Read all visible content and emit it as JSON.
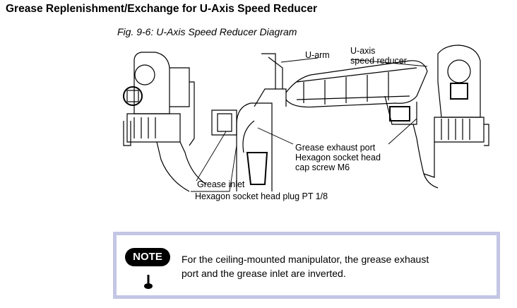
{
  "section": {
    "heading": "Grease Replenishment/Exchange for U-Axis Speed Reducer"
  },
  "figure": {
    "caption": "Fig. 9-6: U-Axis Speed Reducer Diagram",
    "labels": {
      "u_arm": "U-arm",
      "u_axis_line1": "U-axis",
      "u_axis_line2": "speed reducer",
      "exhaust_line1": "Grease exhaust port",
      "exhaust_line2": "Hexagon socket head",
      "exhaust_line3": "cap screw M6",
      "inlet_line1": "Grease inlet",
      "inlet_line2": "Hexagon socket head plug PT 1/8"
    }
  },
  "note": {
    "badge": "NOTE",
    "line1": "For the ceiling-mounted manipulator, the grease exhaust",
    "line2": "port and the grease inlet are inverted."
  }
}
